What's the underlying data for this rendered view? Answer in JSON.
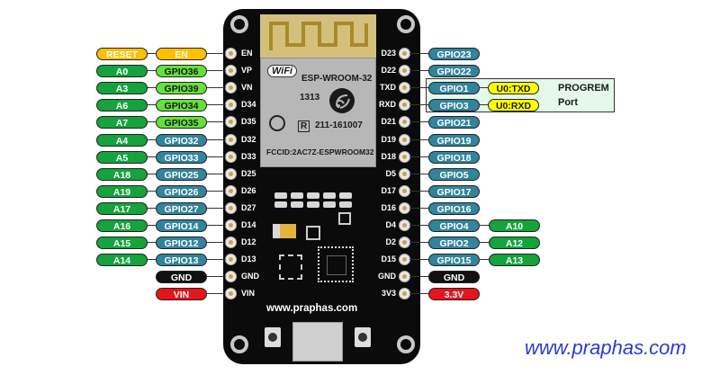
{
  "module": {
    "wifi_text": "WiFi",
    "model": "ESP-WROOM-32",
    "number": "1313",
    "r_mark": "R",
    "cert": "211-161007",
    "fcc": "FCCID:2AC7Z-ESPWROOM32"
  },
  "board": {
    "website": "www.praphas.com"
  },
  "left_pins": [
    {
      "pin": "EN",
      "func": "EN",
      "func_color": "yellow",
      "alt": "RESET",
      "alt_color": "yellow"
    },
    {
      "pin": "VP",
      "func": "GPIO36",
      "func_color": "lgreen",
      "alt": "A0",
      "alt_color": "green"
    },
    {
      "pin": "VN",
      "func": "GPIO39",
      "func_color": "lgreen",
      "alt": "A3",
      "alt_color": "green"
    },
    {
      "pin": "D34",
      "func": "GPIO34",
      "func_color": "lgreen",
      "alt": "A6",
      "alt_color": "green"
    },
    {
      "pin": "D35",
      "func": "GPIO35",
      "func_color": "lgreen",
      "alt": "A7",
      "alt_color": "green"
    },
    {
      "pin": "D32",
      "func": "GPIO32",
      "func_color": "teal",
      "alt": "A4",
      "alt_color": "green"
    },
    {
      "pin": "D33",
      "func": "GPIO33",
      "func_color": "teal",
      "alt": "A5",
      "alt_color": "green"
    },
    {
      "pin": "D25",
      "func": "GPIO25",
      "func_color": "teal",
      "alt": "A18",
      "alt_color": "green"
    },
    {
      "pin": "D26",
      "func": "GPIO26",
      "func_color": "teal",
      "alt": "A19",
      "alt_color": "green"
    },
    {
      "pin": "D27",
      "func": "GPIO27",
      "func_color": "teal",
      "alt": "A17",
      "alt_color": "green"
    },
    {
      "pin": "D14",
      "func": "GPIO14",
      "func_color": "teal",
      "alt": "A16",
      "alt_color": "green"
    },
    {
      "pin": "D12",
      "func": "GPIO12",
      "func_color": "teal",
      "alt": "A15",
      "alt_color": "green"
    },
    {
      "pin": "D13",
      "func": "GPIO13",
      "func_color": "teal",
      "alt": "A14",
      "alt_color": "green"
    },
    {
      "pin": "GND",
      "func": "GND",
      "func_color": "black",
      "alt": "",
      "alt_color": ""
    },
    {
      "pin": "VIN",
      "func": "VIN",
      "func_color": "red",
      "alt": "",
      "alt_color": ""
    }
  ],
  "right_pins": [
    {
      "pin": "D23",
      "func": "GPIO23",
      "func_color": "teal",
      "alt": "",
      "alt_color": ""
    },
    {
      "pin": "D22",
      "func": "GPIO22",
      "func_color": "teal",
      "alt": "",
      "alt_color": ""
    },
    {
      "pin": "TXD",
      "func": "GPIO1",
      "func_color": "teal",
      "alt": "U0:TXD",
      "alt_color": "uart"
    },
    {
      "pin": "RXD",
      "func": "GPIO3",
      "func_color": "teal",
      "alt": "U0:RXD",
      "alt_color": "uart"
    },
    {
      "pin": "D21",
      "func": "GPIO21",
      "func_color": "teal",
      "alt": "",
      "alt_color": ""
    },
    {
      "pin": "D19",
      "func": "GPIO19",
      "func_color": "teal",
      "alt": "",
      "alt_color": ""
    },
    {
      "pin": "D18",
      "func": "GPIO18",
      "func_color": "teal",
      "alt": "",
      "alt_color": ""
    },
    {
      "pin": "D5",
      "func": "GPIO5",
      "func_color": "teal",
      "alt": "",
      "alt_color": ""
    },
    {
      "pin": "D17",
      "func": "GPIO17",
      "func_color": "teal",
      "alt": "",
      "alt_color": ""
    },
    {
      "pin": "D16",
      "func": "GPIO16",
      "func_color": "teal",
      "alt": "",
      "alt_color": ""
    },
    {
      "pin": "D4",
      "func": "GPIO4",
      "func_color": "teal",
      "alt": "A10",
      "alt_color": "green"
    },
    {
      "pin": "D2",
      "func": "GPIO2",
      "func_color": "teal",
      "alt": "A12",
      "alt_color": "green"
    },
    {
      "pin": "D15",
      "func": "GPIO15",
      "func_color": "teal",
      "alt": "A13",
      "alt_color": "green"
    },
    {
      "pin": "GND",
      "func": "GND",
      "func_color": "black",
      "alt": "",
      "alt_color": ""
    },
    {
      "pin": "3V3",
      "func": "3.3V",
      "func_color": "red",
      "alt": "",
      "alt_color": ""
    }
  ],
  "program_port": {
    "line1": "PROGREM",
    "line2": "Port"
  },
  "watermark": "www.praphas.com"
}
